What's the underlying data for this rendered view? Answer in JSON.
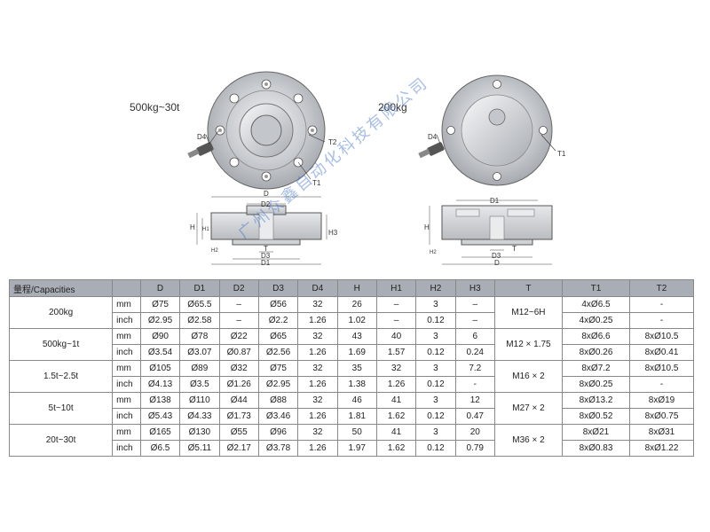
{
  "figures": {
    "left_title": "500kg~30t",
    "right_title": "200kg",
    "left_top_labels": {
      "d4": "D4",
      "t1": "T1",
      "t2": "T2"
    },
    "left_side_labels": {
      "d": "D",
      "d2": "D2",
      "h": "H",
      "h1": "H1",
      "h2": "H2",
      "h3": "H3",
      "t": "T",
      "d3": "D3",
      "d1": "D1"
    },
    "right_top_labels": {
      "d4": "D4",
      "t1": "T1"
    },
    "right_side_labels": {
      "d1": "D1",
      "h": "H",
      "h2": "H2",
      "t": "T",
      "d3": "D3",
      "d": "D"
    }
  },
  "watermark": "广州众鑫自动化科技有限公司",
  "table": {
    "headers": [
      "量程/Capacities",
      "",
      "D",
      "D1",
      "D2",
      "D3",
      "D4",
      "H",
      "H1",
      "H2",
      "H3",
      "T",
      "T1",
      "T2"
    ],
    "groups": [
      {
        "capacity": "200kg",
        "thread": "M12~6H",
        "mm": [
          "Ø75",
          "Ø65.5",
          "–",
          "Ø56",
          "32",
          "26",
          "–",
          "3",
          "–",
          "4xØ6.5",
          "-"
        ],
        "inch": [
          "Ø2.95",
          "Ø2.58",
          "–",
          "Ø2.2",
          "1.26",
          "1.02",
          "–",
          "0.12",
          "–",
          "4xØ0.25",
          "-"
        ]
      },
      {
        "capacity": "500kg~1t",
        "thread": "M12 × 1.75",
        "mm": [
          "Ø90",
          "Ø78",
          "Ø22",
          "Ø65",
          "32",
          "43",
          "40",
          "3",
          "6",
          "8xØ6.6",
          "8xØ10.5"
        ],
        "inch": [
          "Ø3.54",
          "Ø3.07",
          "Ø0.87",
          "Ø2.56",
          "1.26",
          "1.69",
          "1.57",
          "0.12",
          "0.24",
          "8xØ0.26",
          "8xØ0.41"
        ]
      },
      {
        "capacity": "1.5t~2.5t",
        "thread": "M16 × 2",
        "mm": [
          "Ø105",
          "Ø89",
          "Ø32",
          "Ø75",
          "32",
          "35",
          "32",
          "3",
          "7.2",
          "8xØ7.2",
          "8xØ10.5"
        ],
        "inch": [
          "Ø4.13",
          "Ø3.5",
          "Ø1.26",
          "Ø2.95",
          "1.26",
          "1.38",
          "1.26",
          "0.12",
          "-",
          "8xØ0.25",
          "-"
        ]
      },
      {
        "capacity": "5t~10t",
        "thread": "M27 × 2",
        "mm": [
          "Ø138",
          "Ø110",
          "Ø44",
          "Ø88",
          "32",
          "46",
          "41",
          "3",
          "12",
          "8xØ13.2",
          "8xØ19"
        ],
        "inch": [
          "Ø5.43",
          "Ø4.33",
          "Ø1.73",
          "Ø3.46",
          "1.26",
          "1.81",
          "1.62",
          "0.12",
          "0.47",
          "8xØ0.52",
          "8xØ0.75"
        ]
      },
      {
        "capacity": "20t~30t",
        "thread": "M36 × 2",
        "mm": [
          "Ø165",
          "Ø130",
          "Ø55",
          "Ø96",
          "32",
          "50",
          "41",
          "3",
          "20",
          "8xØ21",
          "8xØ31"
        ],
        "inch": [
          "Ø6.5",
          "Ø5.11",
          "Ø2.17",
          "Ø3.78",
          "1.26",
          "1.97",
          "1.62",
          "0.12",
          "0.79",
          "8xØ0.83",
          "8xØ1.22"
        ]
      }
    ],
    "unit_mm": "mm",
    "unit_inch": "inch"
  }
}
